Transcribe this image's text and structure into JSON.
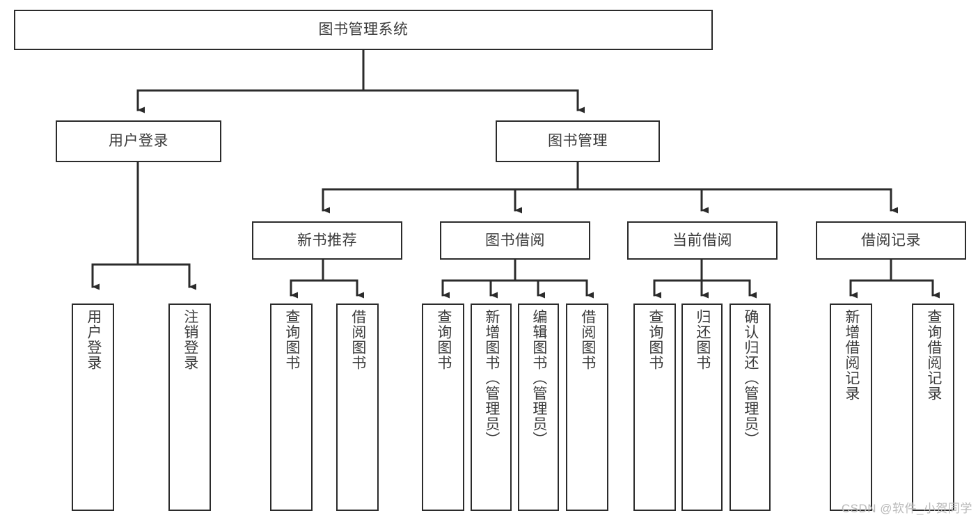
{
  "diagram": {
    "type": "tree",
    "title": "图书管理系统",
    "root": {
      "label": "图书管理系统"
    },
    "level1": [
      {
        "label": "用户登录"
      },
      {
        "label": "图书管理"
      }
    ],
    "level2": [
      {
        "label": "新书推荐",
        "parent": "图书管理"
      },
      {
        "label": "图书借阅",
        "parent": "图书管理"
      },
      {
        "label": "当前借阅",
        "parent": "图书管理"
      },
      {
        "label": "借阅记录",
        "parent": "图书管理"
      }
    ],
    "leaves": {
      "user_login": [
        {
          "label": "用户登录"
        },
        {
          "label": "注销登录"
        }
      ],
      "new_book_recommend": [
        {
          "label": "查询图书"
        },
        {
          "label": "借阅图书"
        }
      ],
      "book_borrow": [
        {
          "label": "查询图书"
        },
        {
          "label": "新增图书（管理员）"
        },
        {
          "label": "编辑图书（管理员）"
        },
        {
          "label": "借阅图书"
        }
      ],
      "current_borrow": [
        {
          "label": "查询图书"
        },
        {
          "label": "归还图书"
        },
        {
          "label": "确认归还（管理员）"
        }
      ],
      "borrow_record": [
        {
          "label": "新增借阅记录"
        },
        {
          "label": "查询借阅记录"
        }
      ]
    }
  },
  "watermark": {
    "text": "CSDN @软件_小贺同学"
  },
  "colors": {
    "stroke": "#2b2b2b",
    "text": "#3b3b3b",
    "background": "#ffffff",
    "watermark": "#b9b9b9"
  }
}
